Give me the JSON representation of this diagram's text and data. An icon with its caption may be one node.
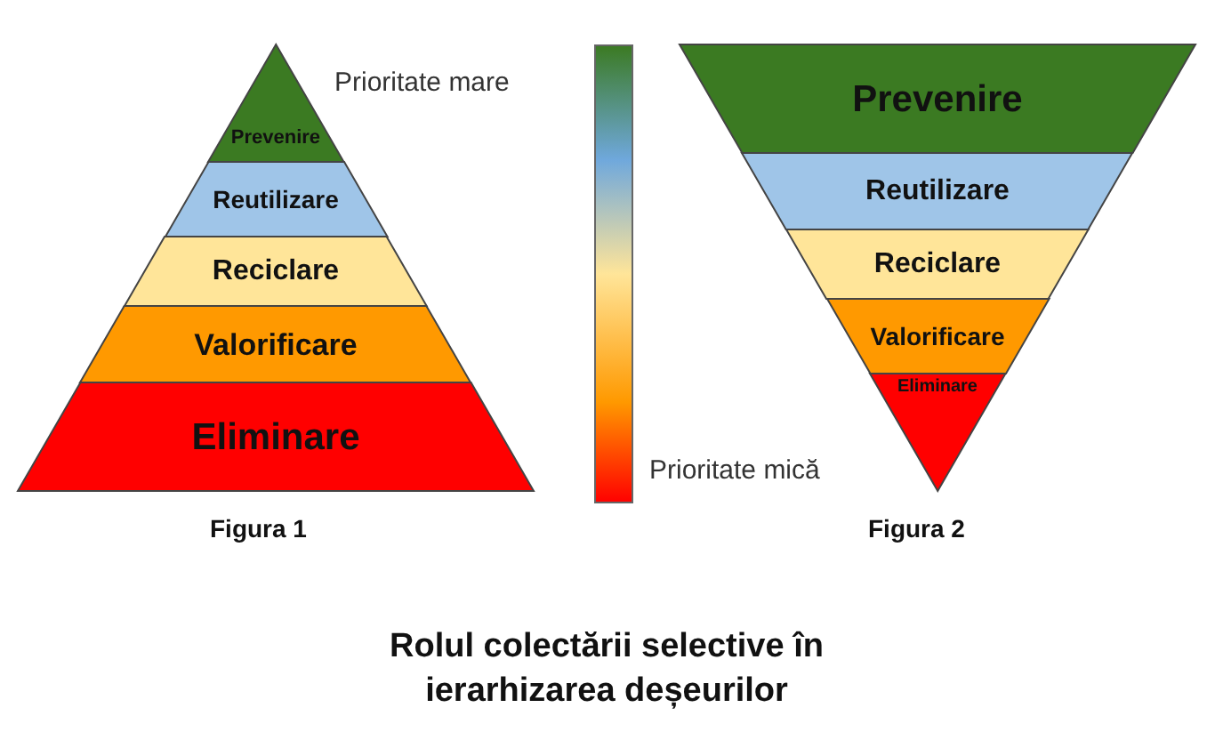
{
  "diagram": {
    "caption": "Rolul colectării selective în ierarhizarea deșeurilor",
    "nodes": [
      {
        "text": [
          "Prevenire"
        ]
      },
      {
        "text": [
          "Reutilizare"
        ]
      },
      {
        "text": [
          "Reciclare"
        ]
      },
      {
        "text": [
          "Valorificare"
        ]
      },
      {
        "text": [
          "Eliminare"
        ]
      },
      {
        "text": [],
        "shape": "bar"
      },
      {
        "text": [
          "Prevenire"
        ]
      },
      {
        "text": [
          "Reutilizare"
        ]
      },
      {
        "text": [
          "Reciclare"
        ]
      },
      {
        "text": [
          "Valorificare"
        ]
      },
      {
        "text": [
          "Eliminare"
        ]
      }
    ],
    "edges": [],
    "labels": [
      "Prioritate mare",
      "Prioritate mică",
      "Figura 1",
      "Figura 2"
    ]
  }
}
